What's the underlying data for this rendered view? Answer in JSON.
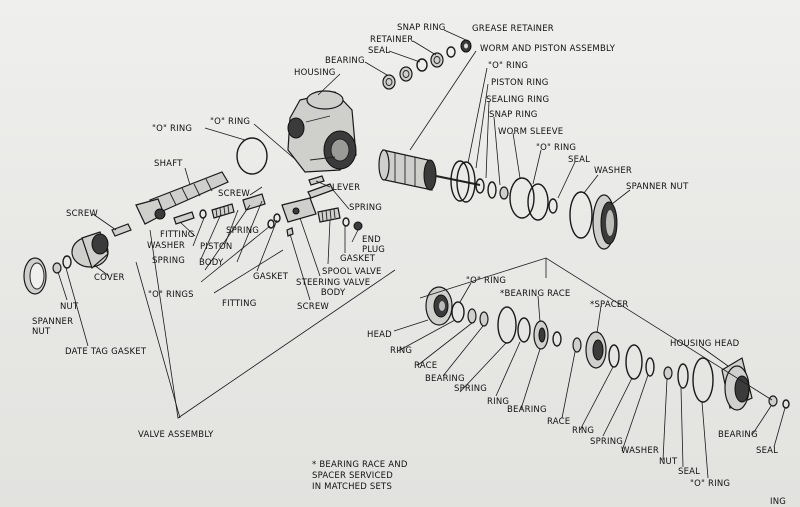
{
  "labels": {
    "snap_ring_top": "SNAP RING",
    "grease_retainer": "GREASE RETAINER",
    "retainer": "RETAINER",
    "seal_top": "SEAL",
    "bearing_top": "BEARING",
    "worm_piston": "WORM AND PISTON ASSEMBLY",
    "housing": "HOUSING",
    "o_ring_1": "\"O\" RING",
    "piston_ring": "PISTON RING",
    "sealing_ring": "SEALING RING",
    "snap_ring_2": "SNAP RING",
    "worm_sleeve": "WORM SLEEVE",
    "o_ring_2": "\"O\" RING",
    "seal_2": "SEAL",
    "washer_top": "WASHER",
    "spanner_nut_top": "SPANNER NUT",
    "o_ring_left1": "\"O\" RING",
    "o_ring_left2": "\"O\" RING",
    "shaft": "SHAFT",
    "lever": "LEVER",
    "spring_mid": "SPRING",
    "screw_left": "SCREW",
    "screw_mid": "SCREW",
    "fitting_1": "FITTING",
    "washer_left": "WASHER",
    "spring_left": "SPRING",
    "spring_2": "SPRING",
    "piston": "PISTON",
    "body": "BODY",
    "end_plug": "END\nPLUG",
    "gasket_1": "GASKET",
    "spool_valve": "SPOOL VALVE",
    "steering_valve_body": "STEERING VALVE\nBODY",
    "gasket_2": "GASKET",
    "fitting_2": "FITTING",
    "o_rings": "\"O\" RINGS",
    "screw_bottom": "SCREW",
    "cover": "COVER",
    "nut_left": "NUT",
    "spanner_nut_left": "SPANNER\nNUT",
    "date_tag_gasket": "DATE TAG GASKET",
    "valve_assembly": "VALVE ASSEMBLY",
    "o_ring_3": "\"O\" RING",
    "bearing_race": "*BEARING RACE",
    "spacer": "*SPACER",
    "head": "HEAD",
    "ring_1": "RING",
    "race_1": "RACE",
    "bearing_1": "BEARING",
    "spring_3": "SPRING",
    "ring_2": "RING",
    "bearing_2": "BEARING",
    "race_2": "RACE",
    "ring_3": "RING",
    "spring_4": "SPRING",
    "washer_2": "WASHER",
    "nut_2": "NUT",
    "seal_3": "SEAL",
    "o_ring_4": "\"O\" RING",
    "housing_head": "HOUSING HEAD",
    "bearing_3": "BEARING",
    "seal_4": "SEAL"
  },
  "footnote": "* BEARING RACE AND\nSPACER SERVICED\nIN MATCHED SETS",
  "corner_fragment": "ING"
}
